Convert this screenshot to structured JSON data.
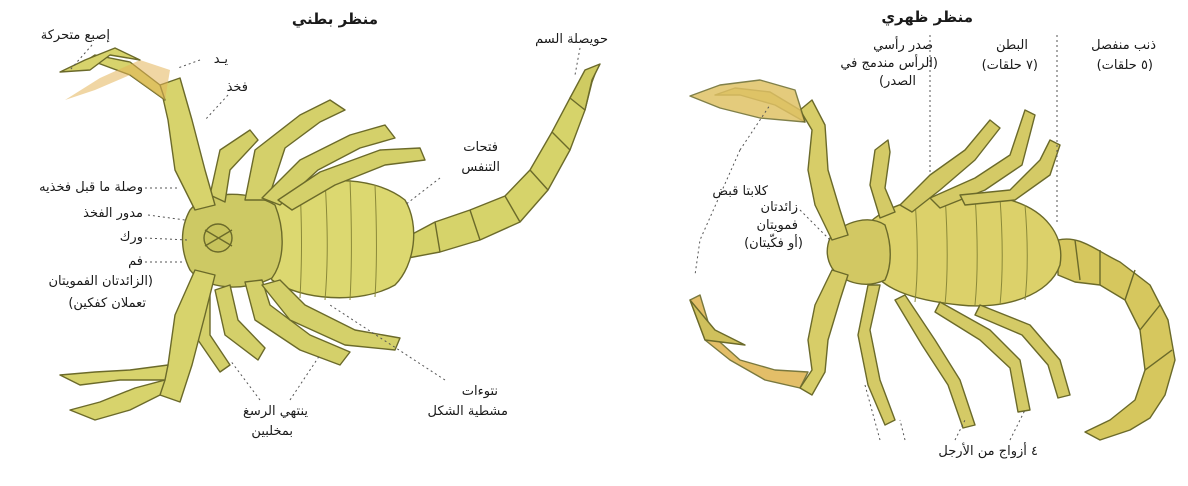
{
  "ventral": {
    "title": "منظر بطني",
    "labels": {
      "finger": "إصبع متحركة",
      "hand": "يـد",
      "femur": "فخذ",
      "poison": "حويصلة السم",
      "spiracles_1": "فتحات",
      "spiracles_2": "التنفس",
      "trochanter_link": "وصلة ما قبل فخذيه",
      "trochanter": "مدور الفخذ",
      "coxa": "ورك",
      "mouth": "فم",
      "palps_1": "(الزائدتان الفمويتان",
      "palps_2": "تعملان كفكين)",
      "pectines_1": "نتوءات",
      "pectines_2": "مشطية الشكل",
      "tarsus_1": "ينتهي الرسغ",
      "tarsus_2": "بمخلبين"
    }
  },
  "dorsal": {
    "title": "منظر ظهري",
    "labels": {
      "cephalo_1": "صدر رأسي",
      "cephalo_2": "(الرأس مندمج في",
      "cephalo_3": "الصدر)",
      "abdomen_1": "البطن",
      "abdomen_2": "(٧ حلقات)",
      "tail_1": "ذنب منفصل",
      "tail_2": "(٥ حلقات)",
      "pincers": "كلابتا قبض",
      "chel_1": "زائدتان",
      "chel_2": "فمويتان",
      "chel_3": "(أو فكّيتان)",
      "legs": "٤ أزواج من الأرجل"
    }
  },
  "colors": {
    "body": "#d9d670",
    "body_dark": "#b9b348",
    "outline": "#6b6a2a",
    "accent": "#e3b45a"
  }
}
